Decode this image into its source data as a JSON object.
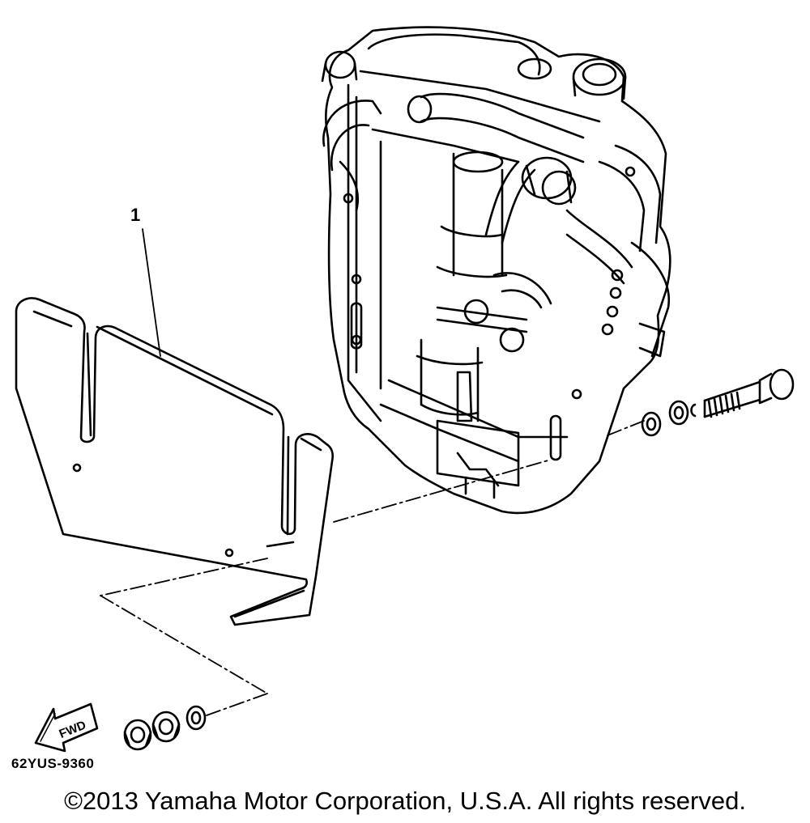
{
  "diagram": {
    "callout_number": "1",
    "fwd_label": "FWD",
    "drawing_code": "62YUS-9360",
    "copyright": "©2013 Yamaha Motor Corporation, U.S.A. All rights reserved."
  },
  "colors": {
    "ink": "#000000",
    "paper": "#ffffff"
  }
}
